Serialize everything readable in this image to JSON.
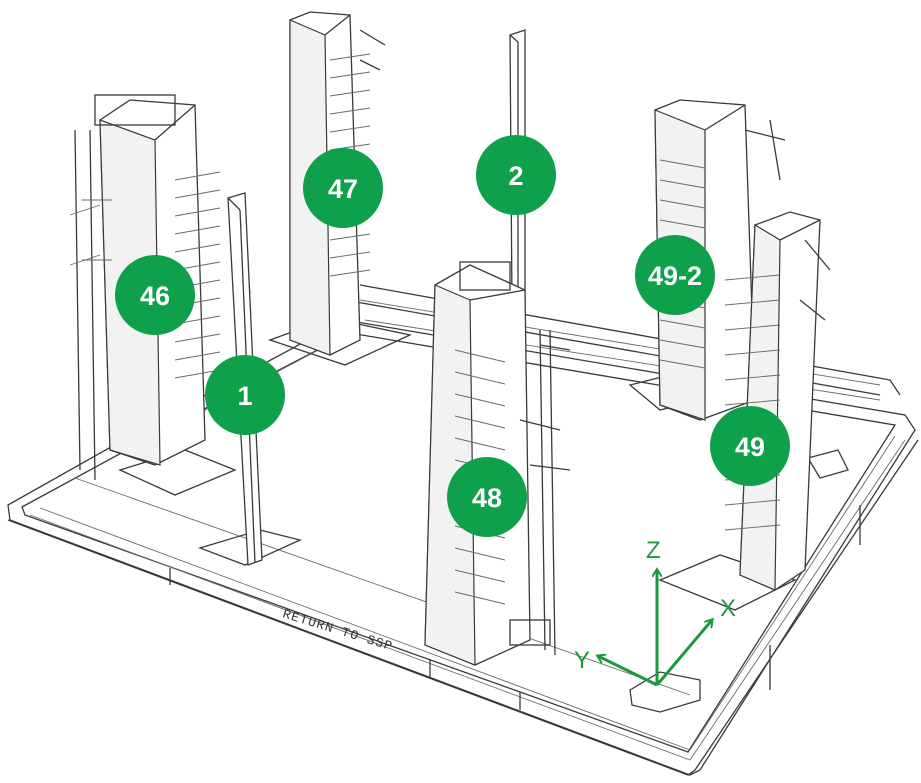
{
  "markers": [
    {
      "id": "m46",
      "label": "46"
    },
    {
      "id": "m47",
      "label": "47"
    },
    {
      "id": "m2",
      "label": "2"
    },
    {
      "id": "m49-2",
      "label": "49-2"
    },
    {
      "id": "m1",
      "label": "1"
    },
    {
      "id": "m48",
      "label": "48"
    },
    {
      "id": "m49",
      "label": "49"
    }
  ],
  "axes": {
    "z": "Z",
    "x": "X",
    "y": "Y"
  },
  "stencil_text": "RETURN TO SSP",
  "colors": {
    "marker": "#0ea04b",
    "axis": "#1a9a3e",
    "line": "#3a3a3a"
  }
}
